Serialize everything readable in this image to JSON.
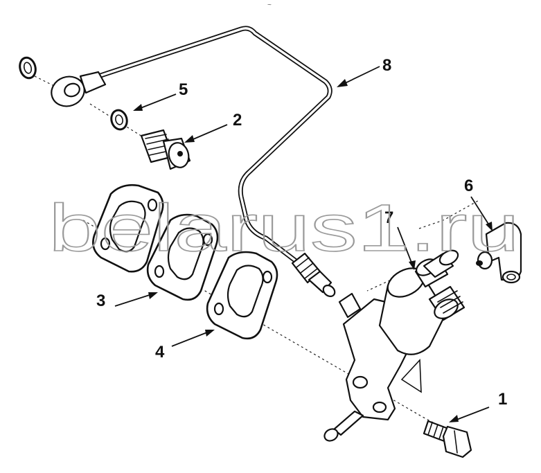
{
  "diagram": {
    "top_mark": "~",
    "callouts": [
      {
        "id": "1",
        "label": "1"
      },
      {
        "id": "2",
        "label": "2"
      },
      {
        "id": "3",
        "label": "3"
      },
      {
        "id": "4",
        "label": "4"
      },
      {
        "id": "5",
        "label": "5"
      },
      {
        "id": "6",
        "label": "6"
      },
      {
        "id": "7",
        "label": "7"
      },
      {
        "id": "8",
        "label": "8"
      }
    ],
    "watermark": "belarus1.ru"
  }
}
